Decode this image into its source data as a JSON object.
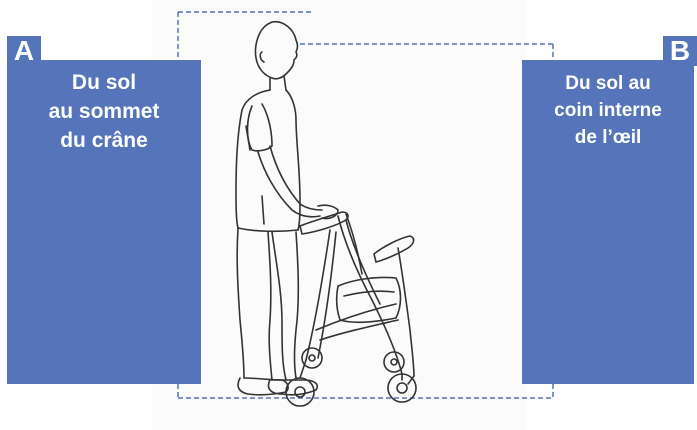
{
  "panel_a": {
    "letter": "A",
    "lines": [
      "Du sol",
      "au sommet",
      "du crâne"
    ]
  },
  "panel_b": {
    "letter": "B",
    "lines": [
      "Du sol au",
      "coin interne",
      "de l’œil"
    ]
  },
  "colors": {
    "panel": "#5574b9",
    "guide_line": "#5574b9",
    "sketch": "#333333"
  },
  "icons": {
    "figure": "person-with-rollator-icon"
  }
}
